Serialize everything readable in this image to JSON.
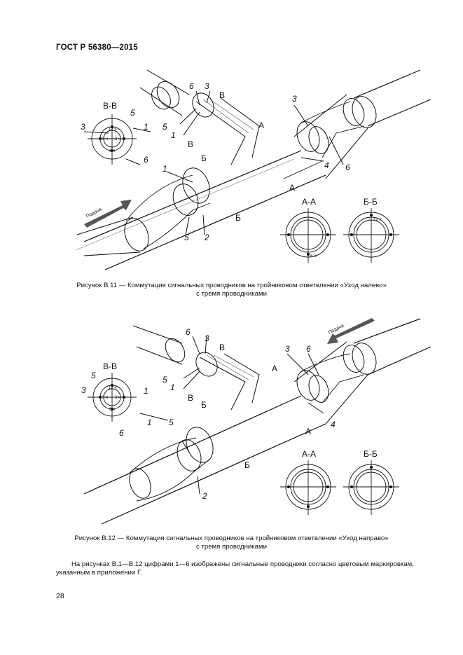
{
  "header": {
    "standard": "ГОСТ Р 56380—2015"
  },
  "figure_11": {
    "caption_line1": "Рисунок  В.11 — Коммутация сигнальных проводников на тройниковом ответвлении «Уход налево»",
    "caption_line2": "с тремя проводниками",
    "flow_label": "Подача",
    "section_bb_top": "В-В",
    "section_aa": "А-А",
    "section_bb": "Б-Б",
    "numbers": [
      "1",
      "2",
      "3",
      "4",
      "5",
      "6"
    ],
    "cut_labels": {
      "a": "А",
      "b": "Б",
      "v": "В"
    },
    "clock": {
      "h12": "12 ч",
      "h3": "3 ч",
      "h6": "6 ч",
      "h9": "9 ч"
    }
  },
  "figure_12": {
    "caption_line1": "Рисунок  В.12 — Коммутация сигнальных проводников на тройниковом ответвлении «Уход направо»",
    "caption_line2": "с тремя проводниками",
    "flow_label": "Подача",
    "section_bb_top": "В-В",
    "section_aa": "А-А",
    "section_bb": "Б-Б"
  },
  "body": {
    "paragraph": "На рисунках В.1—В.12 цифрами 1—6 изображены сигнальные проводники согласно цветовым маркировкам, указанным в приложении Г."
  },
  "footer": {
    "page_number": "28"
  }
}
